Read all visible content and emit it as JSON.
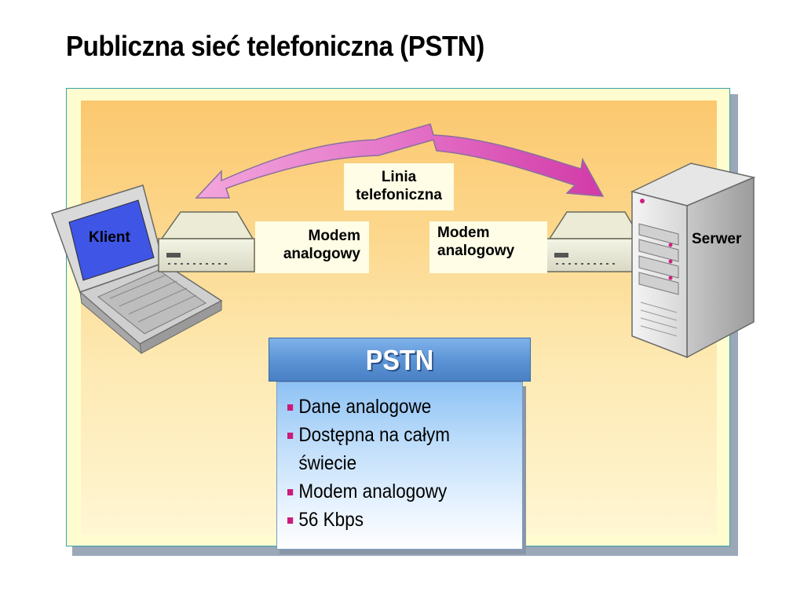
{
  "title": "Publiczna sieć telefoniczna (PSTN)",
  "diagram": {
    "line_label": [
      "Linia",
      "telefoniczna"
    ],
    "client_label": "Klient",
    "server_label": "Serwer",
    "modem_left_label": [
      "Modem",
      "analogowy"
    ],
    "modem_right_label": [
      "Modem",
      "analogowy"
    ]
  },
  "pstn": {
    "heading": "PSTN",
    "items": [
      {
        "lines": [
          "Dane analogowe"
        ]
      },
      {
        "lines": [
          "Dostępna na całym",
          "świecie"
        ]
      },
      {
        "lines": [
          "Modem analogowy"
        ]
      },
      {
        "lines": [
          "56 Kbps"
        ]
      }
    ]
  },
  "colors": {
    "arrow": "#d94fb8",
    "bullet": "#cc1a7a",
    "header_blue": "#5a92d4",
    "panel_orange": "#fbc86f"
  },
  "icons": [
    "laptop-icon",
    "modem-icon",
    "modem-icon",
    "server-icon",
    "double-arrow-icon"
  ]
}
